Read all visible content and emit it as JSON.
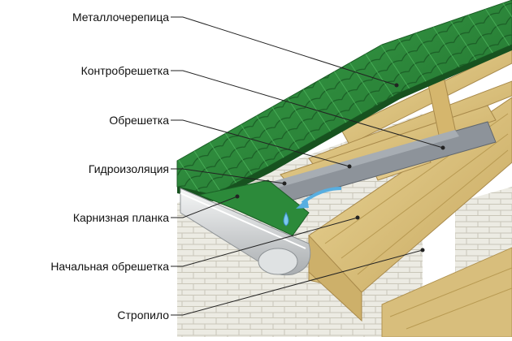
{
  "diagram": {
    "labels": {
      "metal_tile": "Металлочерепица",
      "counter_batten": "Контробрешетка",
      "batten": "Обрешетка",
      "waterproofing": "Гидроизоляция",
      "eaves_strip": "Карнизная планка",
      "starter_batten": "Начальная обрешетка",
      "rafter": "Стропило"
    },
    "colors": {
      "roof_green": "#2e8f3c",
      "roof_green_dark": "#1f6b2b",
      "wood": "#d9c07a",
      "wood_dark": "#b89a52",
      "membrane": "#8a8f96",
      "gutter": "#e3e5e6",
      "brick": "#e9e8df",
      "leader": "#222222"
    },
    "icons": [
      "arrow-icon",
      "water-drop-icon"
    ]
  }
}
